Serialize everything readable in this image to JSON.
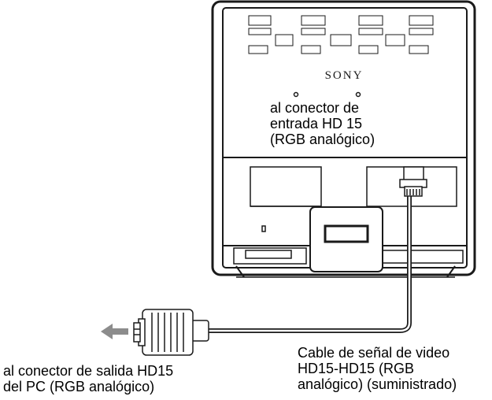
{
  "brand": "SONY",
  "labels": {
    "input_connector": "al conector de\nentrada HD 15\n(RGB analógico)",
    "cable": "Cable de señal de video\nHD15-HD15 (RGB\nanalógico) (suministrado)",
    "output_connector": "al conector de salida HD15\ndel PC (RGB analógico)"
  },
  "colors": {
    "line": "#1a1a1a",
    "panel": "#f2f2f2",
    "arrow": "#8c8c8c"
  }
}
